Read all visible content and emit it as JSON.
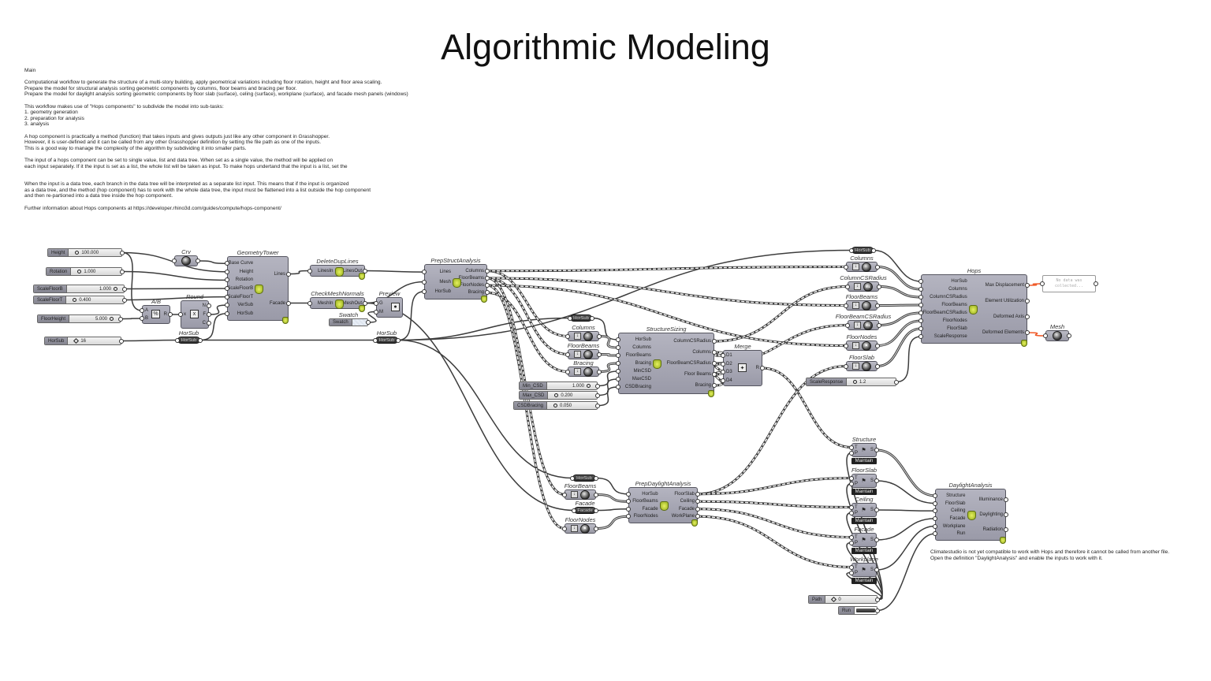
{
  "title": "Algorithmic Modeling",
  "description": [
    "Main",
    "",
    "Computational workflow to generate the structure of a multi-story building, apply geometrical variations including floor rotation, height and floor area scaling.",
    "Prepare the model for structural analysis sorting geometric components by columns, floor beams and bracing per floor.",
    "Prepare the model for daylight analysis sorting geometric components by floor slab (surface), celing (surface), workplane (surface), and facade mesh panels (windows)",
    "",
    "This workflow makes use of \"Hops components\" to subdivide the model into sub-tasks:",
    "1. geometry generation",
    "2. preparation for analysis",
    "3. analysis",
    "",
    "A hop component is practically a method (function) that takes inputs and gives outputs just like any other component in Grasshopper.",
    "However, it is user-defined and it can be called from any other Grasshopper definition by setting the file path as one of the inputs.",
    "This is a good way to manage the complexity of the algorithm by subdividing it into smaller parts.",
    "",
    "The input of a hops component can be set to single value, list and data tree. When set as a single value, the method will be applied on",
    "each input separately. If it the input is set as a list, the whole list will be taken as input. To make hops undertand that the input is a list, set the",
    "",
    "",
    "When the input is a data tree, each branch in the data tree will be interpreted as a separate list input. This means that if the input is organized",
    "as a data tree, and the method (hop component) has to work with the whole data tree, the input must be flattened into a list outside the hop component",
    "and then re-partioned into a data tree inside the hop component.",
    "",
    "Further information about Hops components at https://developer.rhino3d.com/guides/compute/hops-component/"
  ],
  "note": [
    "Climatestudio is not yet compatible to work with Hops and therefore it cannot be called from another file.",
    "Open the definition \"DaylightAnalysis\" and enable the inputs to work with it."
  ],
  "colors": {
    "wire": "#3c3c3c",
    "selected_wire": "#f05a28",
    "hops_icon": "#b8cc30"
  },
  "nodes": {
    "sl_height": {
      "type": "slider",
      "label": "Height",
      "value": "100.000"
    },
    "sl_rotation": {
      "type": "slider",
      "label": "Rotation",
      "value": "1.000"
    },
    "sl_scalefloorb": {
      "type": "slider",
      "label": "ScaleFloorB",
      "value": "1.000",
      "align": "right"
    },
    "sl_scalefloort": {
      "type": "slider",
      "label": "ScaleFloorT",
      "value": "0.400"
    },
    "sl_floorheight": {
      "type": "slider",
      "label": "FloorHeight",
      "value": "5.000",
      "align": "right"
    },
    "sl_horsub": {
      "type": "slider",
      "label": "HorSub",
      "value": "16",
      "grip": "diamond"
    },
    "crv": {
      "type": "param",
      "title": "Crv",
      "icon": "curve-icon"
    },
    "geotower": {
      "type": "hops",
      "title": "GeometryTower",
      "inputs": [
        "Base Curve",
        "Height",
        "Rotation",
        "ScaleFloorB",
        "ScaleFloorT",
        "VerSub",
        "HorSub"
      ],
      "outputs": [
        "Lines",
        "Facade"
      ]
    },
    "ab": {
      "type": "op",
      "title": "A/B",
      "inputs": [
        "A",
        "B"
      ],
      "outputs": [
        "R"
      ],
      "icon": "division-icon",
      "glyph": "%"
    },
    "round": {
      "type": "op",
      "title": "Round",
      "inputs": [
        "x"
      ],
      "outputs": [
        "N",
        "F",
        "C"
      ],
      "icon": "round-icon",
      "glyph": "x"
    },
    "relay_horsub1": {
      "type": "relay",
      "title": "HorSub",
      "label": "HorSub"
    },
    "deldup": {
      "type": "hops",
      "title": "DeleteDupLines",
      "inputs": [
        "LinesIn"
      ],
      "outputs": [
        "LinesOut"
      ]
    },
    "checkmesh": {
      "type": "hops",
      "title": "CheckMeshNormals",
      "inputs": [
        "MeshIn"
      ],
      "outputs": [
        "MeshOut"
      ]
    },
    "swatch": {
      "type": "swatch",
      "title": "Swatch",
      "label": "Swatch"
    },
    "preview": {
      "type": "op",
      "title": "Preview",
      "inputs": [
        "G",
        "M"
      ],
      "outputs": [],
      "icon": "preview-icon",
      "glyph": "●"
    },
    "relay_horsub2": {
      "type": "relay",
      "title": "HorSub",
      "label": "HorSub"
    },
    "prepstruct": {
      "type": "hops",
      "title": "PrepStructAnalysis",
      "inputs": [
        "Lines",
        "Mesh",
        "HorSub"
      ],
      "outputs": [
        "Columns",
        "FloorBeams",
        "FloorNodes",
        "Bracing"
      ]
    },
    "relay_horsub3": {
      "type": "relay",
      "title": "",
      "label": "HorSub"
    },
    "p_columns1": {
      "type": "param",
      "title": "Columns",
      "icon": "curve-icon",
      "stream": true
    },
    "p_floorbeams1": {
      "type": "param",
      "title": "FloorBeams",
      "icon": "curve-icon",
      "stream": true
    },
    "p_bracing1": {
      "type": "param",
      "title": "Bracing",
      "icon": "curve-icon",
      "stream": true
    },
    "sl_min": {
      "type": "slider",
      "label": "Min_CSD",
      "value": "1.000",
      "align": "right"
    },
    "sl_max": {
      "type": "slider",
      "label": "Max_CSD",
      "value": "0.200"
    },
    "sl_csdb": {
      "type": "slider",
      "label": "CSDBracing",
      "value": "0.050"
    },
    "structsizing": {
      "type": "hops",
      "title": "StructureSizing",
      "inputs": [
        "HorSub",
        "Columns",
        "FloorBeams",
        "Bracing",
        "MinCSD",
        "MaxCSD",
        "CSDBracing"
      ],
      "outputs": [
        "ColumnCSRadius",
        "Columns",
        "FloorBeamCSRadius",
        "Floor Beams",
        "Bracing"
      ]
    },
    "merge": {
      "type": "op",
      "title": "Merge",
      "inputs": [
        "D1",
        "D2",
        "D3",
        "D4"
      ],
      "outputs": [
        "R"
      ],
      "icon": "merge-icon",
      "glyph": "✦"
    },
    "relay_horsub4": {
      "type": "relay",
      "title": "",
      "label": "HorSub"
    },
    "p_columns2": {
      "type": "param",
      "title": "Columns",
      "icon": "curve-icon",
      "stream": true
    },
    "p_colcsr": {
      "type": "param",
      "title": "ColumnCSRadius",
      "icon": "number-icon",
      "stream": true
    },
    "p_floorbeams2": {
      "type": "param",
      "title": "FloorBeams",
      "icon": "curve-icon",
      "stream": true
    },
    "p_fbcsr": {
      "type": "param",
      "title": "FloorBeamCSRadius",
      "icon": "number-icon",
      "stream": true
    },
    "p_floornodes2": {
      "type": "param",
      "title": "FloorNodes",
      "icon": "point-icon",
      "stream": true
    },
    "p_floorslab": {
      "type": "param",
      "title": "FloorSlab",
      "icon": "brep-icon",
      "stream": true
    },
    "sl_scaleresp": {
      "type": "slider",
      "label": "ScaleResponse",
      "value": "1.2"
    },
    "hops": {
      "type": "hops",
      "title": "Hops",
      "inputs": [
        "HorSub",
        "Columns",
        "ColumnCSRadius",
        "FloorBeams",
        "FloorBeamCSRadius",
        "FloorNodes",
        "FloorSlab",
        "ScaleResponse"
      ],
      "outputs": [
        "Max Displacement",
        "Element Utilization",
        "Deformed Axis",
        "Deformed Elements"
      ]
    },
    "panel": {
      "type": "panel",
      "text": "No data was collected..."
    },
    "mesh": {
      "type": "param",
      "title": "Mesh",
      "icon": "mesh-icon"
    },
    "relay_horsub5": {
      "type": "relay",
      "title": "",
      "label": "HorSub"
    },
    "p_floorbeams3": {
      "type": "param",
      "title": "FloorBeams",
      "icon": "curve-icon",
      "stream": true
    },
    "relay_facade": {
      "type": "relay",
      "title": "Facade",
      "label": "Facade"
    },
    "p_floornodes3": {
      "type": "param",
      "title": "FloorNodes",
      "icon": "point-icon",
      "stream": true
    },
    "prepdaylight": {
      "type": "hops",
      "title": "PrepDaylightAnalysis",
      "inputs": [
        "HorSub",
        "FloorBeams",
        "Facade",
        "FloorNodes"
      ],
      "outputs": [
        "FloorSlab",
        "Ceiling",
        "Facade",
        "WorkPlane"
      ]
    },
    "f_structure": {
      "type": "filter",
      "title": "Structure",
      "inputs": [
        "T",
        "P"
      ],
      "outputs": [
        "S"
      ],
      "tag": "Maintain"
    },
    "f_floorslab": {
      "type": "filter",
      "title": "FloorSlab",
      "inputs": [
        "T",
        "P"
      ],
      "outputs": [
        "S"
      ],
      "tag": "Maintain"
    },
    "f_ceiling": {
      "type": "filter",
      "title": "Ceiling",
      "inputs": [
        "T",
        "P"
      ],
      "outputs": [
        "S"
      ],
      "tag": "Maintain"
    },
    "f_facade": {
      "type": "filter",
      "title": "Facade",
      "inputs": [
        "T",
        "P"
      ],
      "outputs": [
        "S"
      ],
      "tag": "Maintain"
    },
    "f_workplane": {
      "type": "filter",
      "title": "Workplane",
      "inputs": [
        "T",
        "P"
      ],
      "outputs": [
        "S"
      ],
      "tag": "Maintain"
    },
    "daylight": {
      "type": "hops",
      "title": "DaylightAnalysis",
      "inputs": [
        "Structure",
        "FloorSlab",
        "Ceiling",
        "Facade",
        "Workplane",
        "Run"
      ],
      "outputs": [
        "Illuminance",
        "Daylighting",
        "Radiation"
      ]
    },
    "sl_path": {
      "type": "slider",
      "label": "Path",
      "value": "0",
      "grip": "diamond"
    },
    "toggle_run": {
      "type": "toggle",
      "label": "Run"
    }
  }
}
